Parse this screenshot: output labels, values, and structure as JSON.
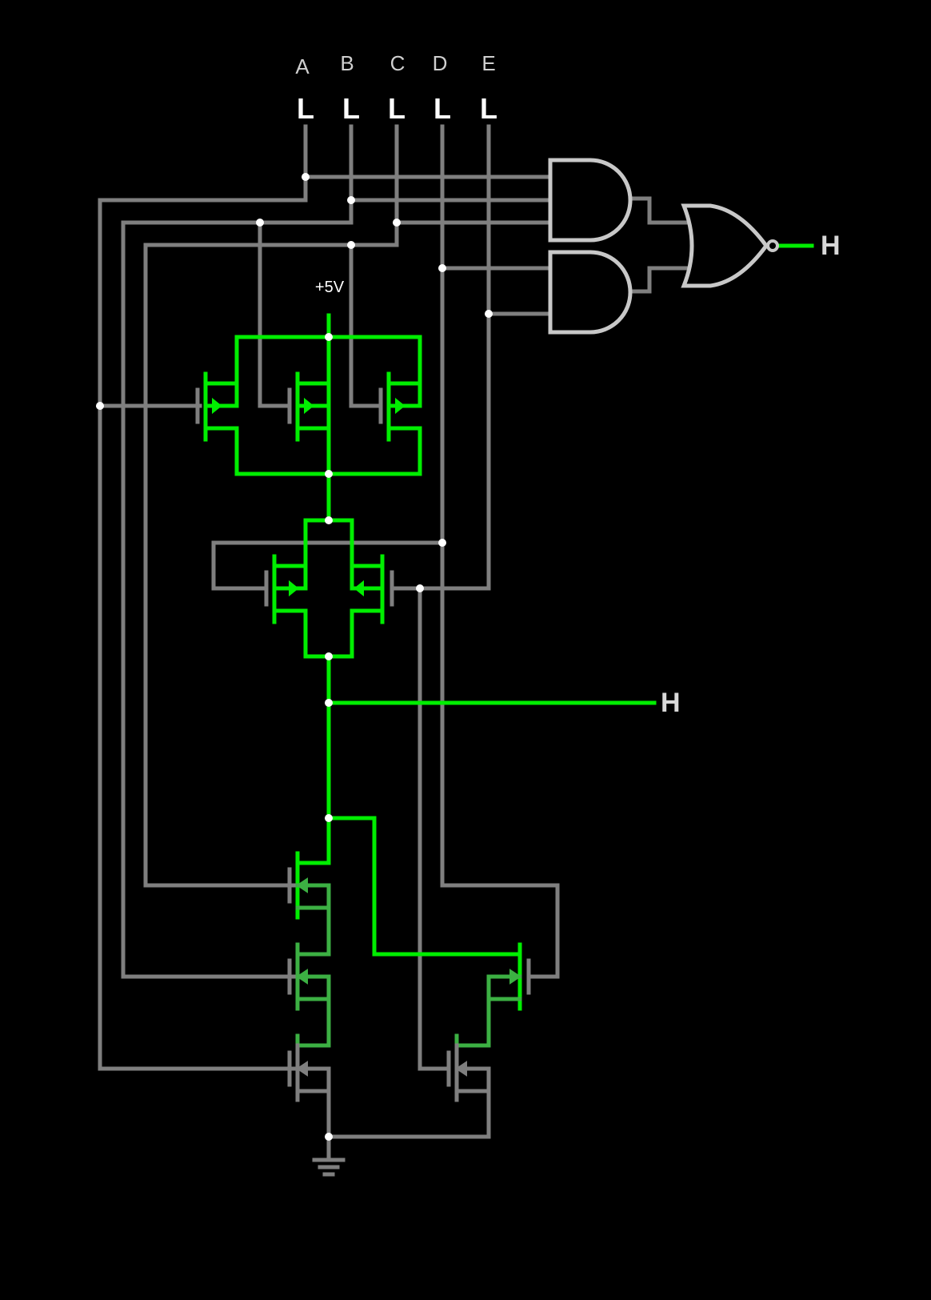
{
  "inputs": [
    {
      "name": "A",
      "state": "L"
    },
    {
      "name": "B",
      "state": "L"
    },
    {
      "name": "C",
      "state": "L"
    },
    {
      "name": "D",
      "state": "L"
    },
    {
      "name": "E",
      "state": "L"
    }
  ],
  "supply_label": "+5V",
  "outputs": {
    "gate_output": "H",
    "transistor_output": "H"
  },
  "colors": {
    "background": "#000000",
    "wire_low": "#7f7f7f",
    "wire_high": "#00ee00",
    "wire_mid": "#3cb043",
    "gate": "#c8c8c8",
    "junction": "#ffffff"
  }
}
